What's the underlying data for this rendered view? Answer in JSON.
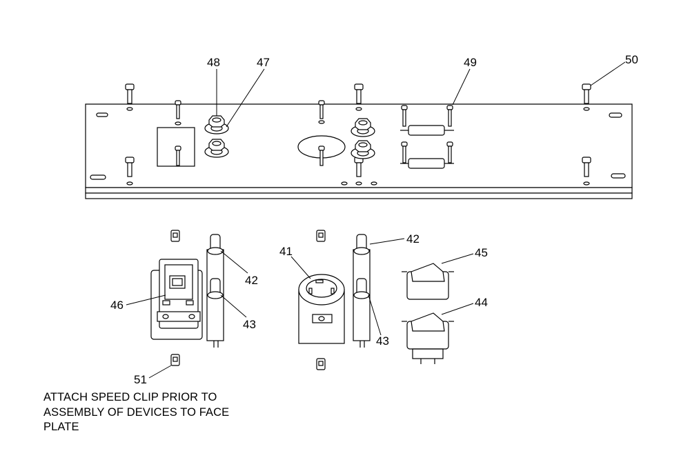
{
  "callouts": {
    "c41": "41",
    "c42a": "42",
    "c42b": "42",
    "c43a": "43",
    "c43b": "43",
    "c44": "44",
    "c45": "45",
    "c46": "46",
    "c47": "47",
    "c48": "48",
    "c49": "49",
    "c50": "50",
    "c51": "51"
  },
  "note": {
    "line1": "ATTACH SPEED CLIP PRIOR TO",
    "line2": "ASSEMBLY OF DEVICES TO FACE",
    "line3": "PLATE"
  }
}
